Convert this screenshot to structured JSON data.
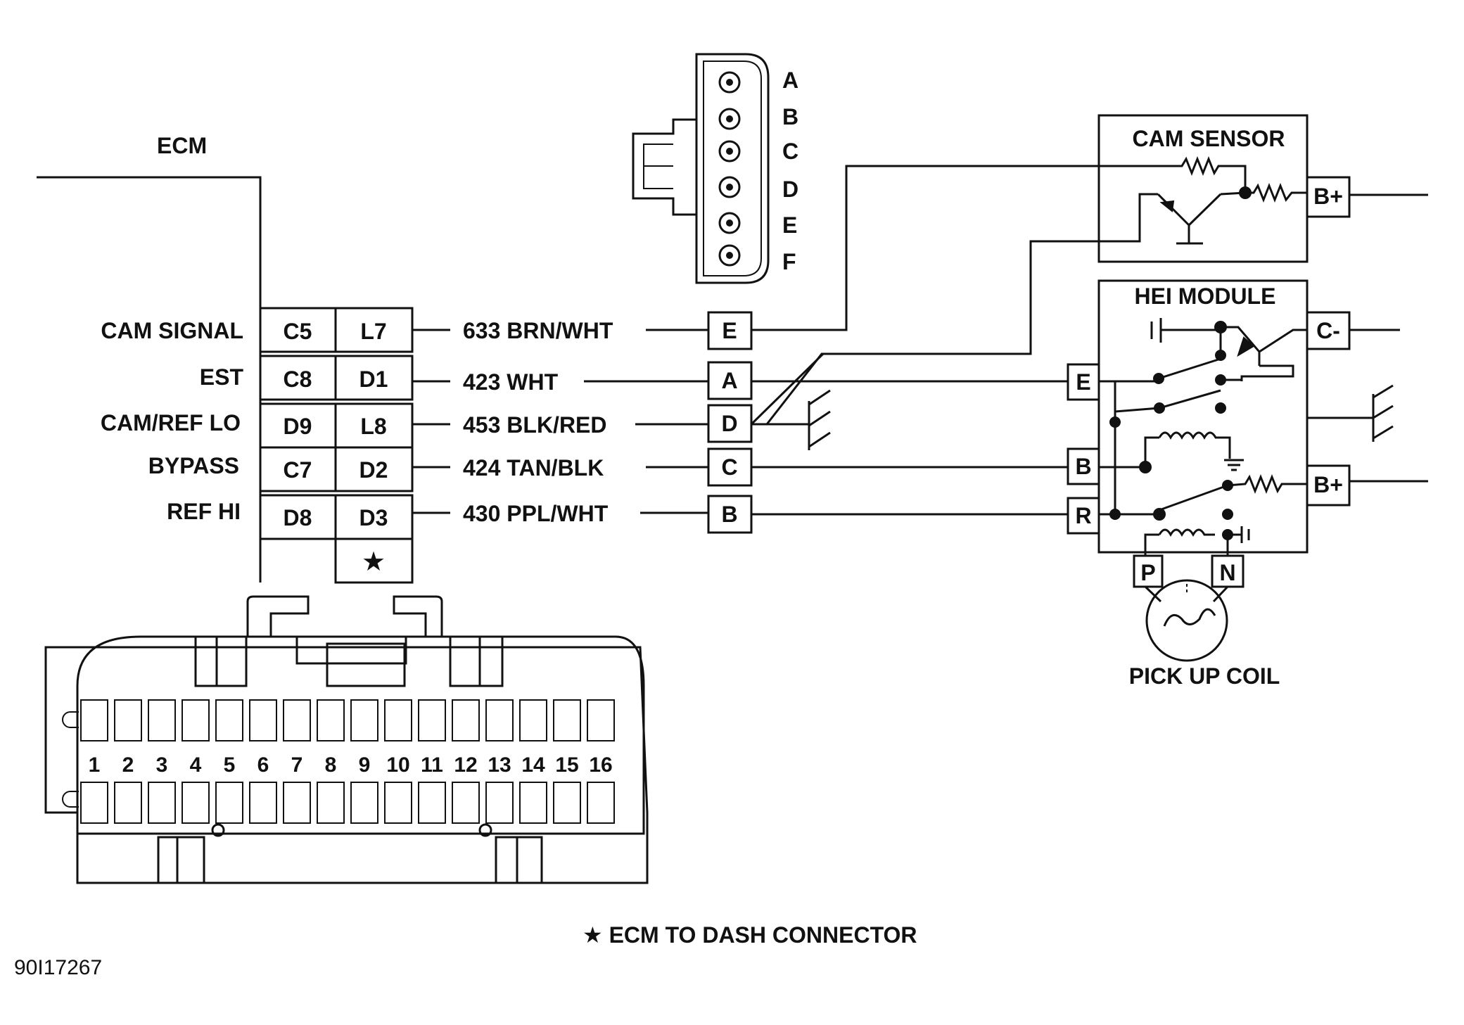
{
  "ecm": {
    "title": "ECM",
    "rows": [
      {
        "signal": "CAM SIGNAL",
        "pin1": "C5",
        "pin2": "L7",
        "wire": "633 BRN/WHT",
        "term": "E"
      },
      {
        "signal": "EST",
        "pin1": "C8",
        "pin2": "D1",
        "wire": "423 WHT",
        "term": "A"
      },
      {
        "signal": "CAM/REF LO",
        "pin1": "D9",
        "pin2": "L8",
        "wire": "453 BLK/RED",
        "term": "D"
      },
      {
        "signal": "BYPASS",
        "pin1": "C7",
        "pin2": "D2",
        "wire": "424 TAN/BLK",
        "term": "C"
      },
      {
        "signal": "REF HI",
        "pin1": "D8",
        "pin2": "D3",
        "wire": "430 PPL/WHT",
        "term": "B"
      }
    ],
    "star": "★"
  },
  "connector_top": {
    "letters": [
      "A",
      "B",
      "C",
      "D",
      "E",
      "F"
    ]
  },
  "cam_sensor": {
    "title": "CAM SENSOR",
    "bplus": "B+"
  },
  "hei_module": {
    "title": "HEI MODULE",
    "c_minus": "C-",
    "bplus": "B+",
    "terms": [
      "E",
      "B",
      "R"
    ],
    "pickup_terms": [
      "P",
      "N"
    ]
  },
  "pickup_coil": {
    "label": "PICK UP COIL"
  },
  "ecm_connector": {
    "numbers": [
      "1",
      "2",
      "3",
      "4",
      "5",
      "6",
      "7",
      "8",
      "9",
      "10",
      "11",
      "12",
      "13",
      "14",
      "15",
      "16"
    ]
  },
  "footnote": "★ ECM TO DASH CONNECTOR",
  "figure_id": "90I17267"
}
